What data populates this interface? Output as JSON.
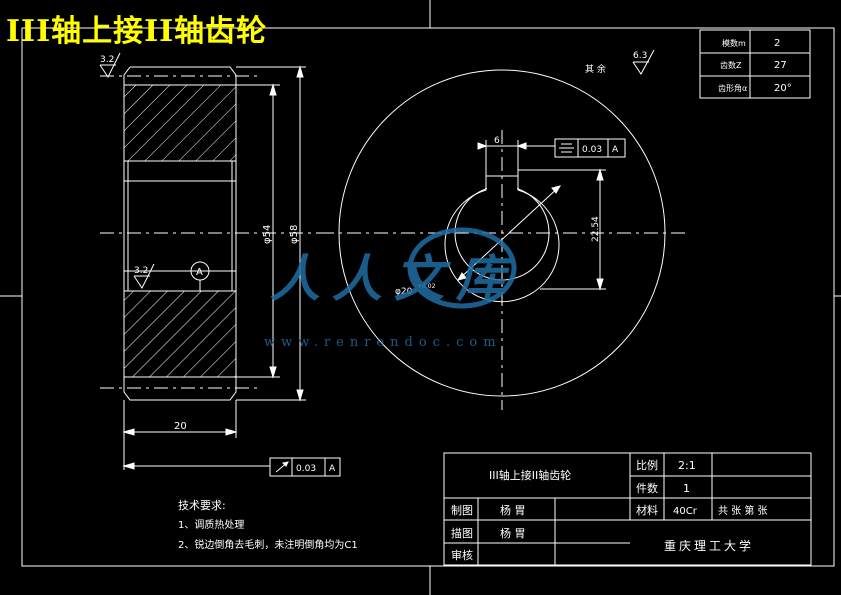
{
  "header_title": "III轴上接II轴齿轮",
  "gear_params": {
    "rows": [
      {
        "label": "模数m",
        "value": "2"
      },
      {
        "label": "齿数Z",
        "value": "27"
      },
      {
        "label": "齿形角α",
        "value": "20°"
      }
    ]
  },
  "drawing": {
    "roughness_left_top": "3.2",
    "roughness_left_mid": "3.2",
    "roughness_top_right": "6.3",
    "remaining_note": "其 余",
    "datum_letter": "A",
    "dim_phi54": "φ54",
    "dim_phi58": "φ58",
    "dim_width": "20",
    "dim_key": "6",
    "dim_key_depth": "22.54",
    "dim_bore": "φ20",
    "dim_bore_tol": "+0.02",
    "sym_tolerance": "0.03",
    "runout_tolerance": "0.03",
    "watermark_main": "人人文库",
    "watermark_url": "www.renrendoc.com"
  },
  "tech_req": {
    "title": "技术要求:",
    "items": [
      "1、调质热处理",
      "2、锐边倒角去毛刺，未注明倒角均为C1"
    ]
  },
  "title_block": {
    "name": "III轴上接II轴齿轮",
    "scale_label": "比例",
    "scale_value": "2:1",
    "qty_label": "件数",
    "qty_value": "1",
    "material_label": "材料",
    "material_value": "40Cr",
    "sheets_text": "共  张    第  张",
    "drawn_label": "制图",
    "drawn_name": "杨 胃",
    "traced_label": "描图",
    "traced_name": "杨 胃",
    "review_label": "审核",
    "school": "重庆理工大学"
  },
  "colors": {
    "line": "#ffffff",
    "title": "#ffff00",
    "watermark": "#1f6ea3"
  }
}
